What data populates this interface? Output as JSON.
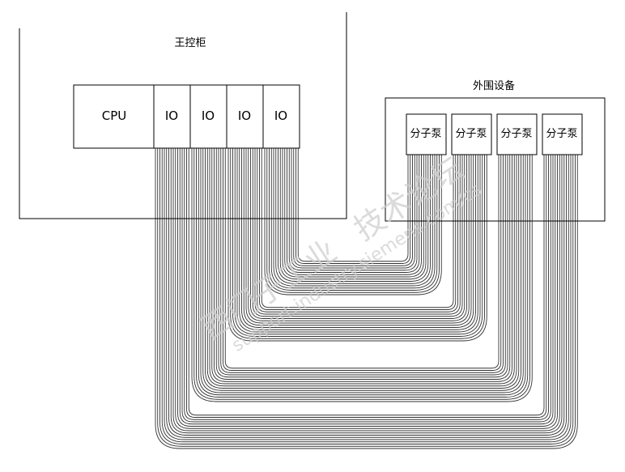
{
  "cabinet": {
    "title": "王控柜"
  },
  "cpu": {
    "label": "CPU"
  },
  "io_modules": [
    {
      "label": "IO"
    },
    {
      "label": "IO"
    },
    {
      "label": "IO"
    },
    {
      "label": "IO"
    }
  ],
  "peripherals": {
    "title": "外围设备",
    "pumps": [
      {
        "label": "分子泵"
      },
      {
        "label": "分子泵"
      },
      {
        "label": "分子泵"
      },
      {
        "label": "分子泵"
      }
    ]
  },
  "watermark": {
    "text": "西门子工业",
    "text2": "技术论坛",
    "url": "support.industry.siemens.com/cs"
  },
  "cables": {
    "wire_count": 16,
    "color": "#333333"
  }
}
